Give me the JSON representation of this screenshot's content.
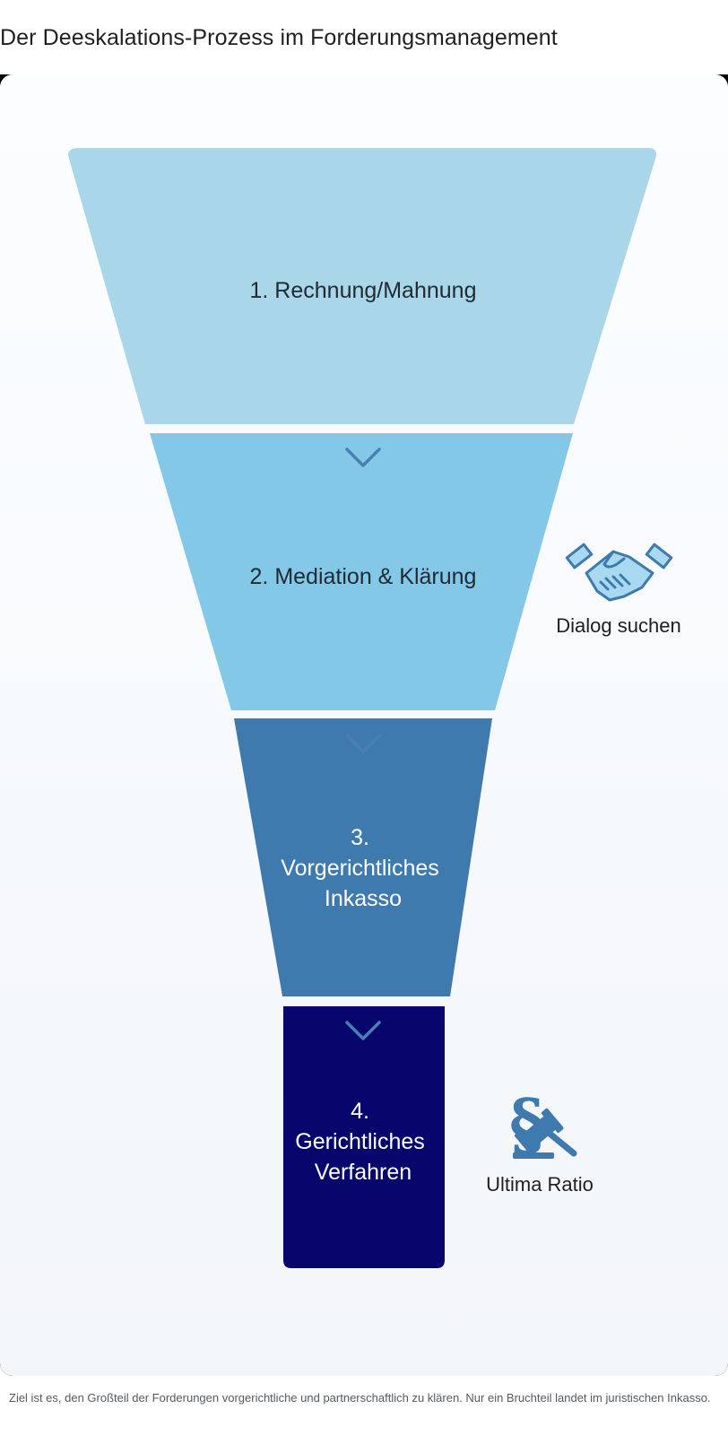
{
  "title": "Der Deeskalations-Prozess im Forderungsmanagement",
  "diagram": {
    "stages": [
      {
        "lines": [
          "1. Rechnung/Mahnung"
        ],
        "fill": "#a9d6e8",
        "text_color": "#1f2a33"
      },
      {
        "lines": [
          "2. Mediation & Klärung"
        ],
        "fill": "#84c8e7",
        "text_color": "#1f2a33"
      },
      {
        "lines": [
          "3.",
          "Vorgerichtliches",
          "Inkasso"
        ],
        "fill": "#3f7aae",
        "text_color": "#ffffff"
      },
      {
        "lines": [
          "4.",
          "Gerichtliches",
          "Verfahren"
        ],
        "fill": "#06066d",
        "text_color": "#ffffff"
      }
    ],
    "arrow_color": "#4a7fb5",
    "side_notes": [
      {
        "icon": "handshake-icon",
        "label": "Dialog suchen"
      },
      {
        "icon": "paragraph-gavel-icon",
        "label": "Ultima Ratio"
      }
    ]
  },
  "caption": "Ziel ist es, den Großteil der Forderungen vorgerichtliche und partnerschaftlich zu klären. Nur ein Bruchteil landet im juristischen Inkasso."
}
